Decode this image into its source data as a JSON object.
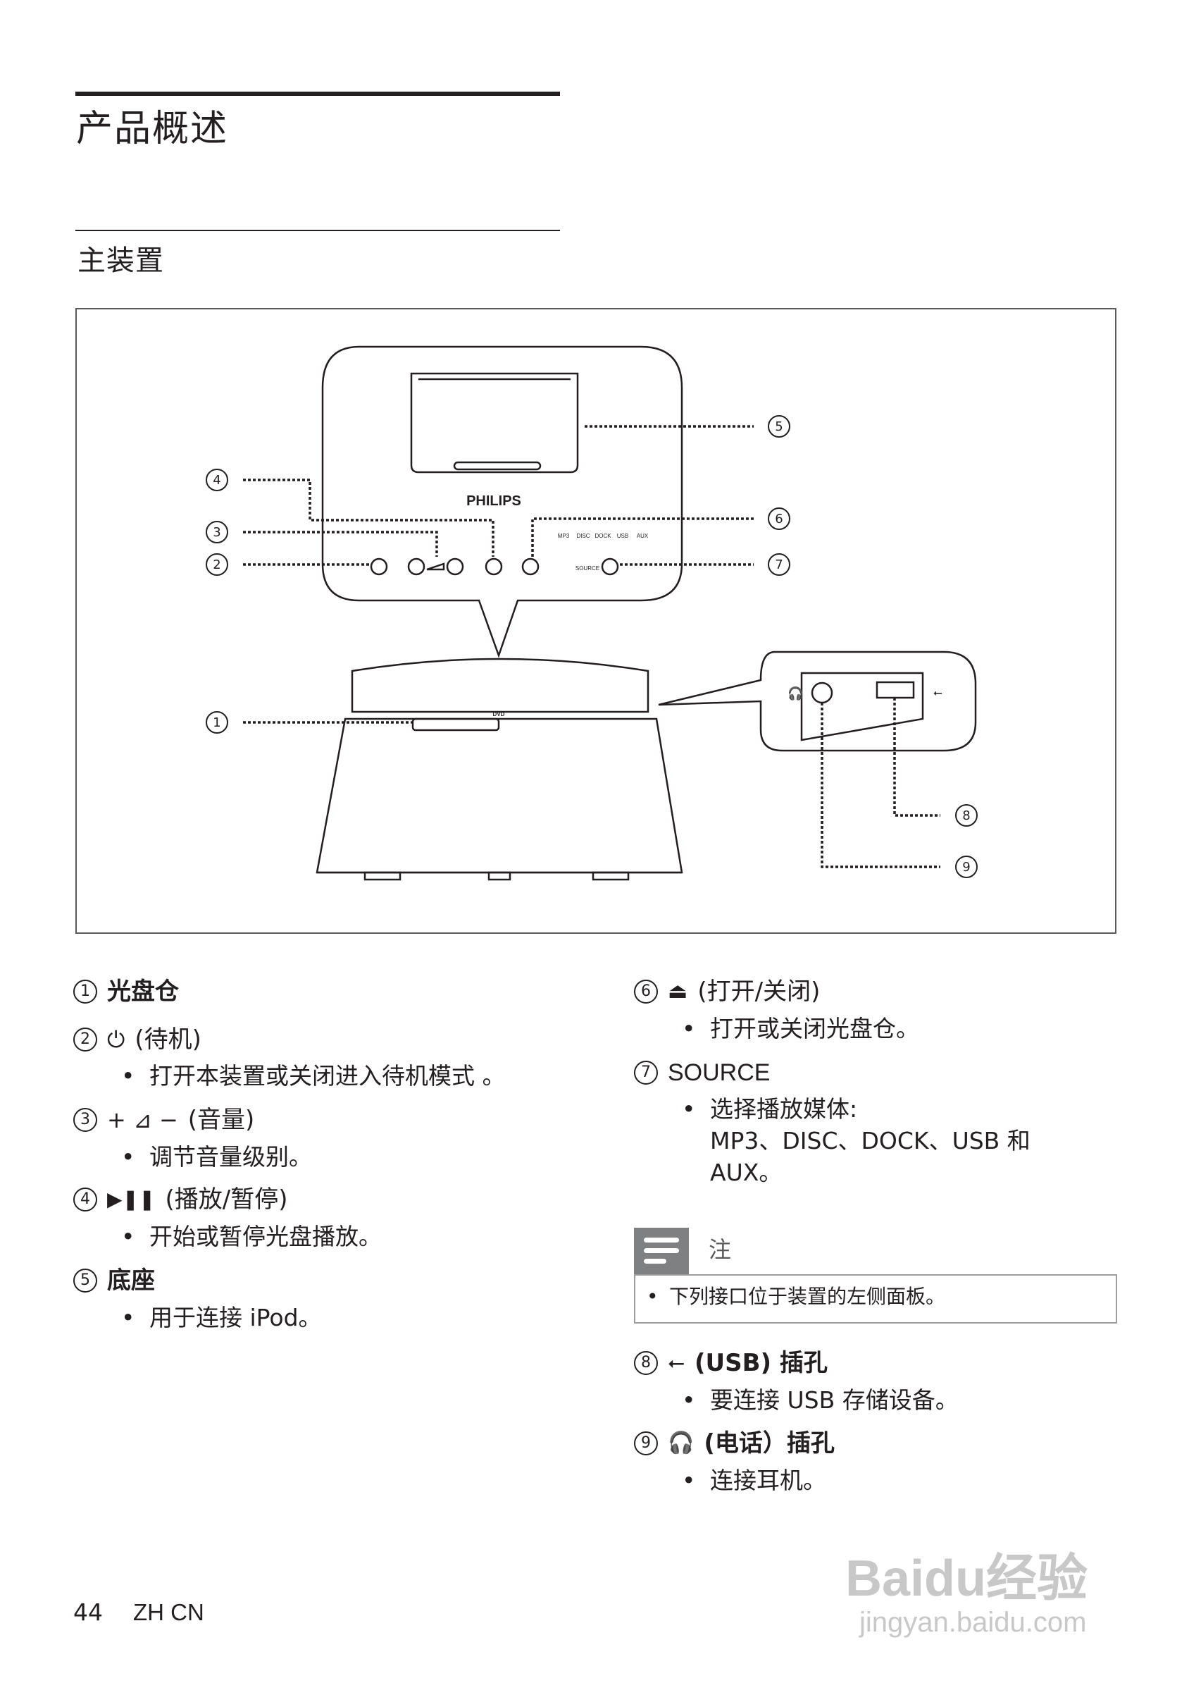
{
  "header": {
    "title": "产品概述",
    "subtitle": "主装置"
  },
  "figure": {
    "brand": "PHILIPS",
    "source_label": "SOURCE",
    "sources": [
      "MP3",
      "DISC",
      "DOCK",
      "USB",
      "AUX"
    ],
    "disc_logo": "DVD",
    "callouts": [
      "1",
      "2",
      "3",
      "4",
      "5",
      "6",
      "7",
      "8",
      "9"
    ]
  },
  "left_items": [
    {
      "num": "1",
      "icon": "",
      "label": "光盘仓",
      "bold": true,
      "bullet": ""
    },
    {
      "num": "2",
      "icon": "power-icon",
      "label": "(待机)",
      "bold": false,
      "bullet": "打开本装置或关闭进入待机模式 。"
    },
    {
      "num": "3",
      "icon": "volume-icon",
      "label": "(音量)",
      "bold": false,
      "bullet": "调节音量级别。"
    },
    {
      "num": "4",
      "icon": "play-pause-icon",
      "label": "(播放/暂停)",
      "bold": false,
      "bullet": "开始或暂停光盘播放。"
    },
    {
      "num": "5",
      "icon": "",
      "label": "底座",
      "bold": true,
      "bullet": "用于连接 iPod。"
    }
  ],
  "right_items": [
    {
      "num": "6",
      "icon": "eject-icon",
      "label": "(打开/关闭)",
      "bullet": "打开或关闭光盘仓。"
    },
    {
      "num": "7",
      "icon": "",
      "label": "SOURCE",
      "bullet_lines": [
        "选择播放媒体:",
        "MP3、DISC、DOCK、USB 和",
        "AUX。"
      ]
    },
    {
      "num": "8",
      "icon": "usb-icon",
      "label": "(USB) 插孔",
      "bullet": "要连接 USB 存储设备。"
    },
    {
      "num": "9",
      "icon": "headphone-icon",
      "label": "(电话）插孔",
      "bullet": "连接耳机。"
    }
  ],
  "note": {
    "label": "注",
    "text": "下列接口位于装置的左侧面板。"
  },
  "footer": {
    "page": "44",
    "lang": "ZH CN"
  },
  "watermark": {
    "brand": "Baidu经验",
    "url": "jingyan.baidu.com"
  }
}
